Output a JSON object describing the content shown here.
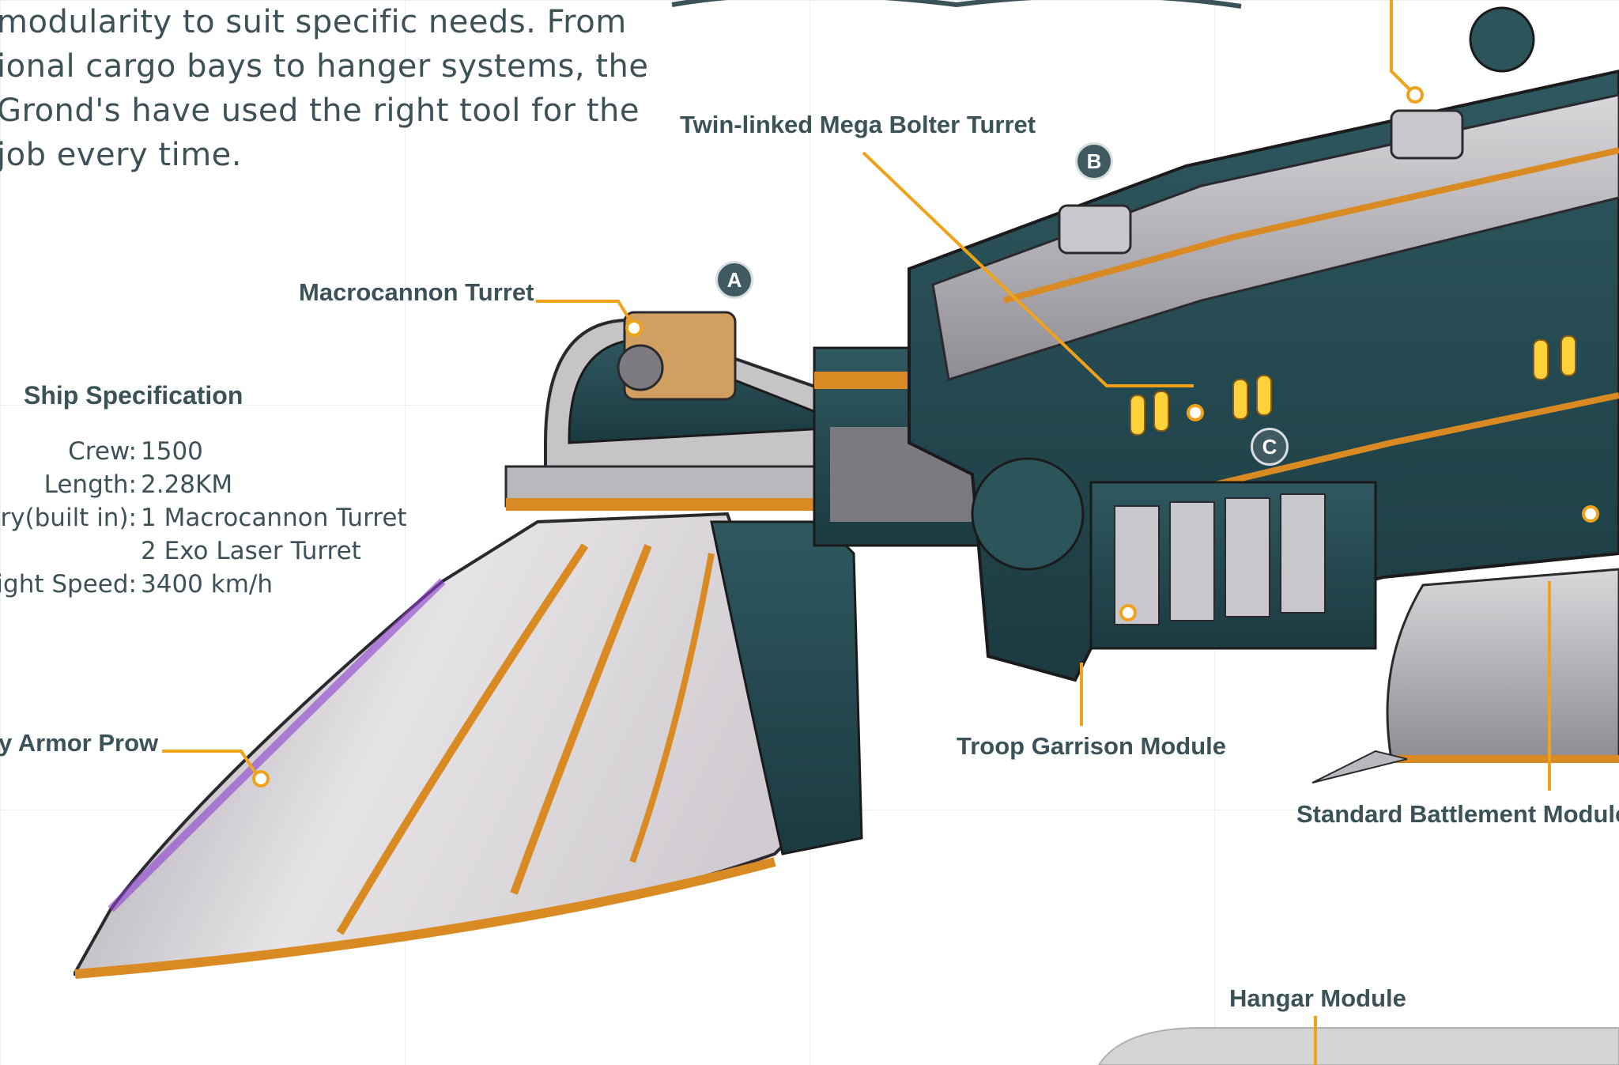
{
  "intro_text": {
    "line1": "modularity to suit specific needs. From",
    "line2": "ional cargo bays to hanger systems, the",
    "line3": "Grond's have used the right tool for the",
    "line4": "job every time."
  },
  "callouts": {
    "mega_bolter": "Twin-linked Mega Bolter Turret",
    "macrocannon": "Macrocannon Turret",
    "armor_prow": "y Armor Prow",
    "troop_garrison": "Troop Garrison Module",
    "battlement": "Standard Battlement Module",
    "hangar": "Hangar Module"
  },
  "badges": {
    "a": "A",
    "b": "B",
    "c": "C"
  },
  "spec": {
    "title": "Ship Specification",
    "rows": [
      {
        "key": "Crew:",
        "value": "1500"
      },
      {
        "key": "Length:",
        "value": "2.28KM"
      },
      {
        "key": "nry(built in):",
        "value": "1 Macrocannon Turret"
      },
      {
        "key": "",
        "value": "2 Exo Laser Turret"
      },
      {
        "key": "ight Speed:",
        "value": "3400 km/h"
      }
    ]
  },
  "colors": {
    "leader": "#f0a21a",
    "hull_teal": "#264a52",
    "hull_gray": "#b9b8bc",
    "brass": "#d98a22",
    "glow": "#ffd23c",
    "label_text": "#3a5258"
  }
}
